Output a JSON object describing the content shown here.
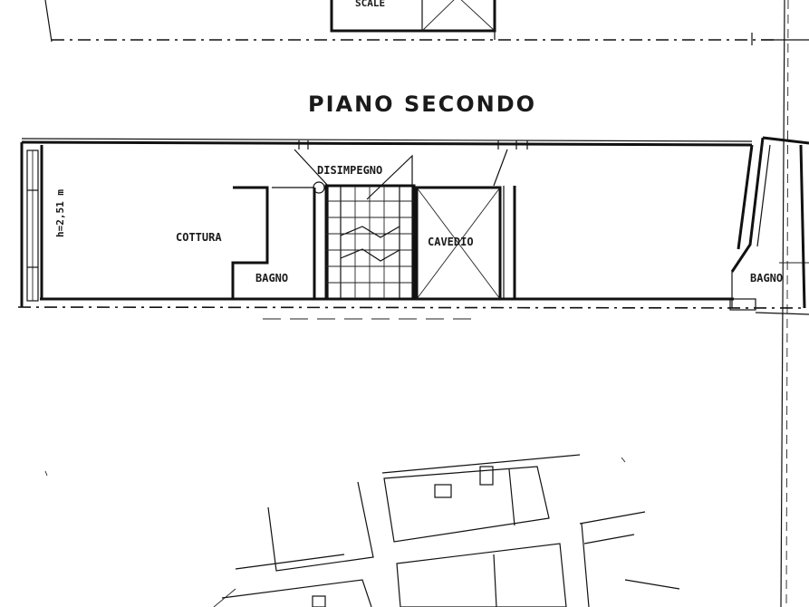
{
  "plan": {
    "floor_title": "PIANO SECONDO",
    "top_label": "SCALE",
    "rooms": {
      "cottura": "COTTURA",
      "bagno_left": "BAGNO",
      "disimpegno": "DISIMPEGNO",
      "cavedio": "CAVEDIO",
      "bagno_right": "BAGNO"
    },
    "height_note": "h=2,51 m"
  }
}
